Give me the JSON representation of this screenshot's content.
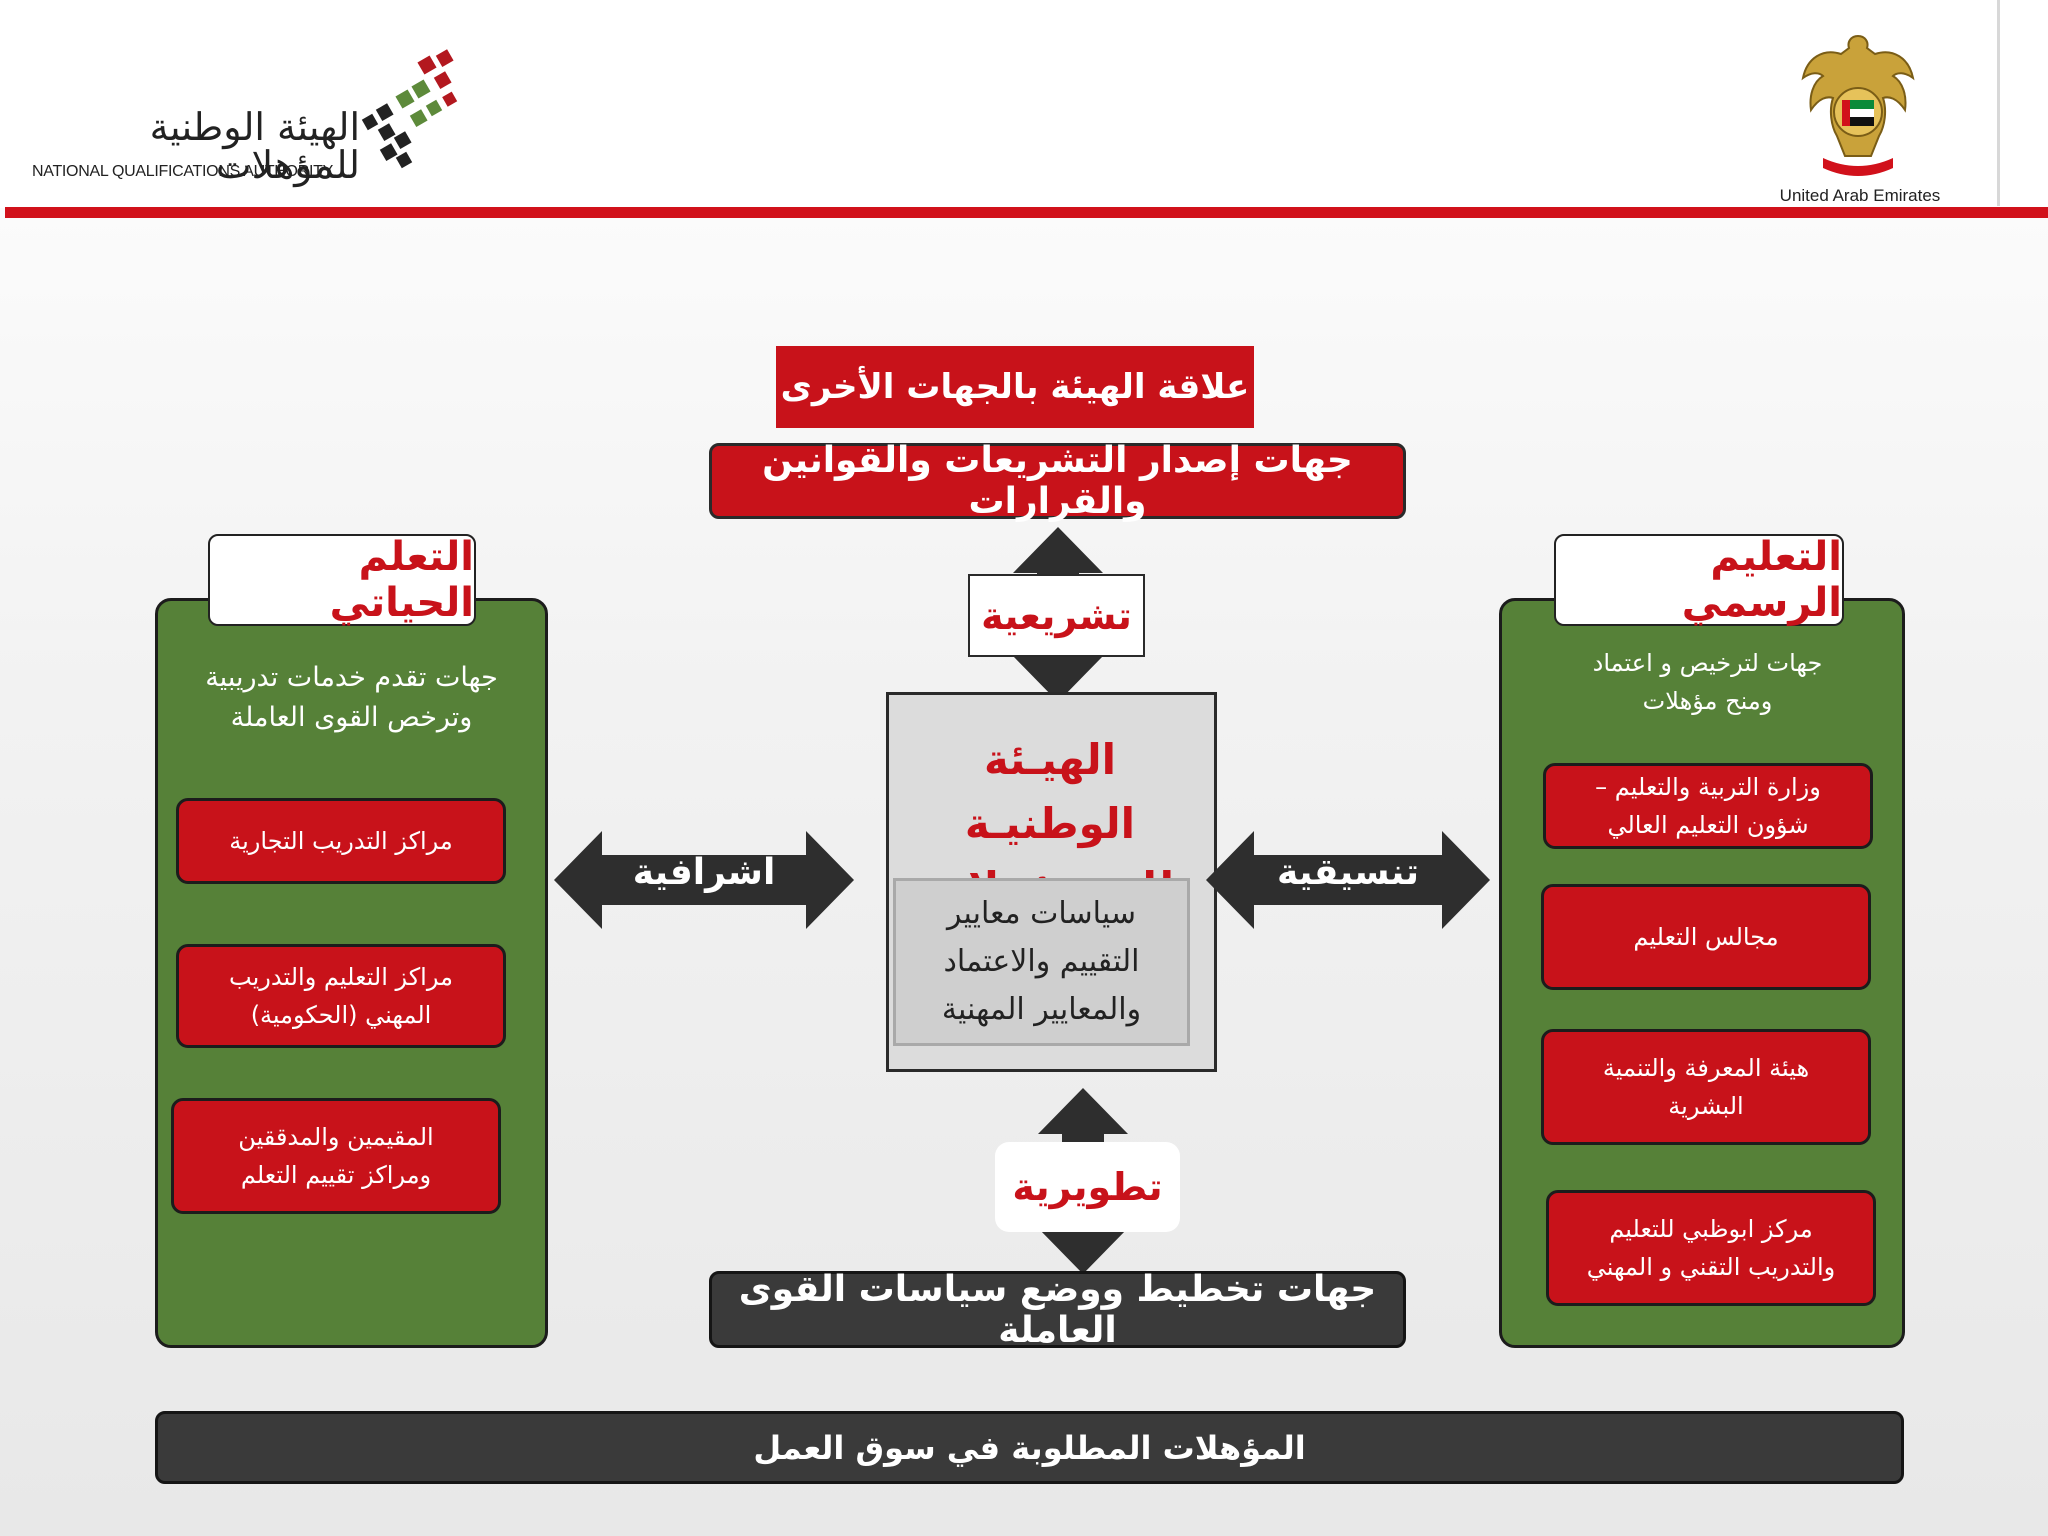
{
  "header": {
    "nqa_name_ar": "الهيئة الوطنية للمؤهلات",
    "nqa_name_en": "NATIONAL QUALIFICATIONS AUTHORITY",
    "uae_label": "United Arab Emirates",
    "colors": {
      "brand_red": "#d1111b",
      "panel_green": "#568138",
      "dark": "#3a3a3a"
    }
  },
  "diagram": {
    "title": "علاقة الهيئة بالجهات الأخرى",
    "top_entity": "جهات إصدار التشريعات والقوانين والقرارات",
    "top_relation": "تشريعية",
    "center": {
      "title_line1": "الهيـئة الوطنيـة",
      "title_line2": "للمــــؤهلات",
      "inner_line1": "سياسات معايير",
      "inner_line2": "التقييم والاعتماد",
      "inner_line3": "والمعايير المهنية"
    },
    "bottom_relation": "تطويرية",
    "bottom_entity": "جهات تخطيط ووضع سياسات القوى العاملة",
    "left_relation": "اشرافية",
    "right_relation": "تنسيقية",
    "left_panel": {
      "tab": "التعلم الحياتي",
      "desc_line1": "جهات تقدم خدمات تدريبية",
      "desc_line2": "وترخص القوى العاملة",
      "items": [
        {
          "line1": "مراكز التدريب التجارية",
          "line2": ""
        },
        {
          "line1": "مراكز التعليم  والتدريب",
          "line2": "المهني (الحكومية)"
        },
        {
          "line1": "المقيمين  والمدققين",
          "line2": "ومراكز تقييم التعلم"
        }
      ]
    },
    "right_panel": {
      "tab": "التعليم الرسمي",
      "desc_line1": "جهات لترخيص و اعتماد",
      "desc_line2": "ومنح مؤهلات",
      "items": [
        {
          "line1": "وزارة التربية والتعليم –",
          "line2": "شؤون التعليم العالي"
        },
        {
          "line1": "مجالس التعليم",
          "line2": ""
        },
        {
          "line1": "هيئة المعرفة والتنمية",
          "line2": "البشرية"
        },
        {
          "line1": "مركز ابوظبي للتعليم",
          "line2": "والتدريب التقني و المهني"
        }
      ]
    },
    "footer": "المؤهلات المطلوبة في سوق العمل"
  }
}
